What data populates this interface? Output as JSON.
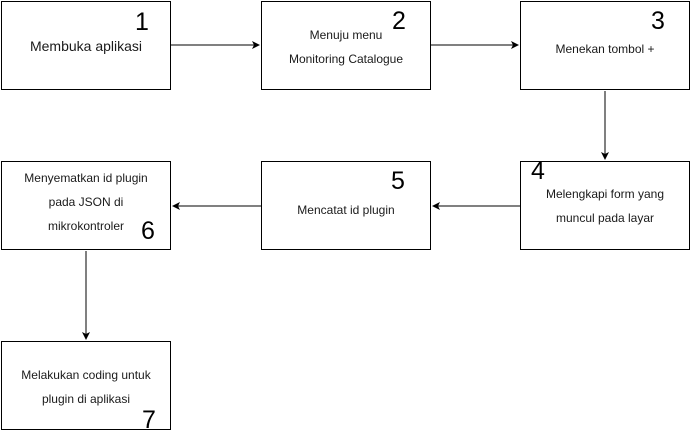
{
  "nodes": [
    {
      "id": "n1",
      "number": "1",
      "text": "Membuka aplikasi"
    },
    {
      "id": "n2",
      "number": "2",
      "text": "Menuju menu\nMonitoring Catalogue"
    },
    {
      "id": "n3",
      "number": "3",
      "text": "Menekan tombol +"
    },
    {
      "id": "n4",
      "number": "4",
      "text": "Melengkapi form yang\nmuncul pada layar"
    },
    {
      "id": "n5",
      "number": "5",
      "text": "Mencatat id plugin"
    },
    {
      "id": "n6",
      "number": "6",
      "text": "Menyematkan id plugin\npada JSON di\nmikrokontroler"
    },
    {
      "id": "n7",
      "number": "7",
      "text": "Melakukan coding untuk\nplugin di aplikasi"
    }
  ],
  "edges": [
    {
      "from": "n1",
      "to": "n2"
    },
    {
      "from": "n2",
      "to": "n3"
    },
    {
      "from": "n3",
      "to": "n4"
    },
    {
      "from": "n4",
      "to": "n5"
    },
    {
      "from": "n5",
      "to": "n6"
    },
    {
      "from": "n6",
      "to": "n7"
    }
  ]
}
